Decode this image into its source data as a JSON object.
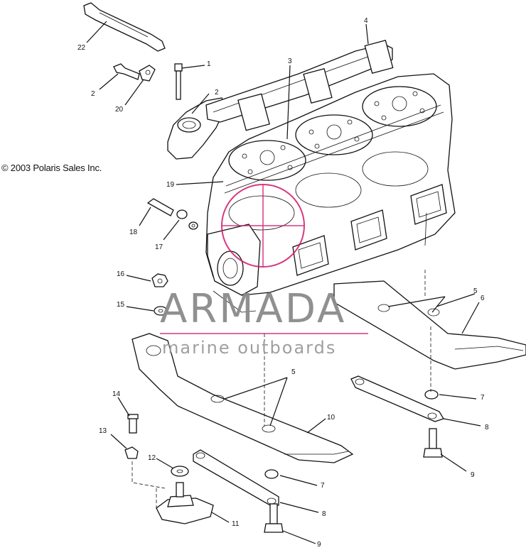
{
  "copyright": "© 2003 Polaris Sales Inc.",
  "watermark": {
    "title": "ARMADA",
    "subtitle": "marine outboards",
    "accent_color": "#c2185b"
  },
  "callouts": [
    "22",
    "2",
    "20",
    "1",
    "2",
    "3",
    "4",
    "19",
    "18",
    "17",
    "16",
    "15",
    "5",
    "6",
    "5",
    "7",
    "8",
    "9",
    "14",
    "13",
    "12",
    "10",
    "7",
    "8",
    "11",
    "9"
  ]
}
